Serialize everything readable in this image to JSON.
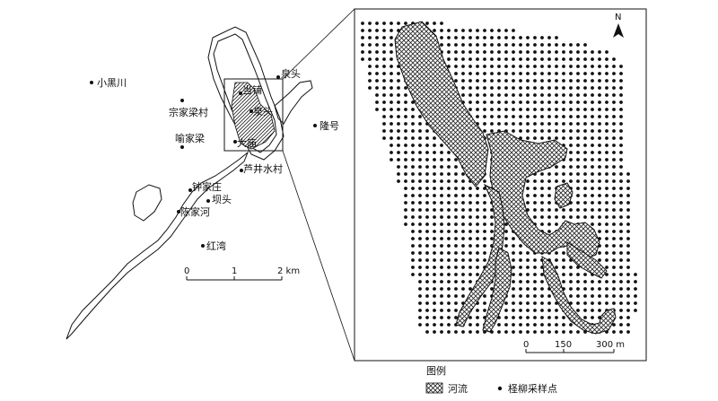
{
  "overview_map": {
    "places": [
      {
        "id": "xiaoheichuan",
        "name": "小黑川"
      },
      {
        "id": "zongjialiangcun",
        "name": "宗家梁村"
      },
      {
        "id": "yujialiang",
        "name": "喻家梁"
      },
      {
        "id": "dangpu",
        "name": "当铺"
      },
      {
        "id": "quantou1",
        "name": "泉头"
      },
      {
        "id": "quantou2",
        "name": "泉头"
      },
      {
        "id": "longhao",
        "name": "隆号"
      },
      {
        "id": "damiao",
        "name": "大庙"
      },
      {
        "id": "lujingshuicun",
        "name": "芦井水村"
      },
      {
        "id": "zhongjiazhuang",
        "name": "钟家庄"
      },
      {
        "id": "batou",
        "name": "坝头"
      },
      {
        "id": "chenjiahe",
        "name": "陈家河"
      },
      {
        "id": "hongwan",
        "name": "红湾"
      }
    ],
    "scale_bar": {
      "ticks": [
        "0",
        "1",
        "2 km"
      ]
    }
  },
  "detail_map": {
    "north_arrow": "N",
    "scale_bar": {
      "ticks": [
        "0",
        "150",
        "300 m"
      ]
    }
  },
  "legend": {
    "title": "图例",
    "river_label": "河流",
    "sample_label": "柽柳采样点"
  }
}
